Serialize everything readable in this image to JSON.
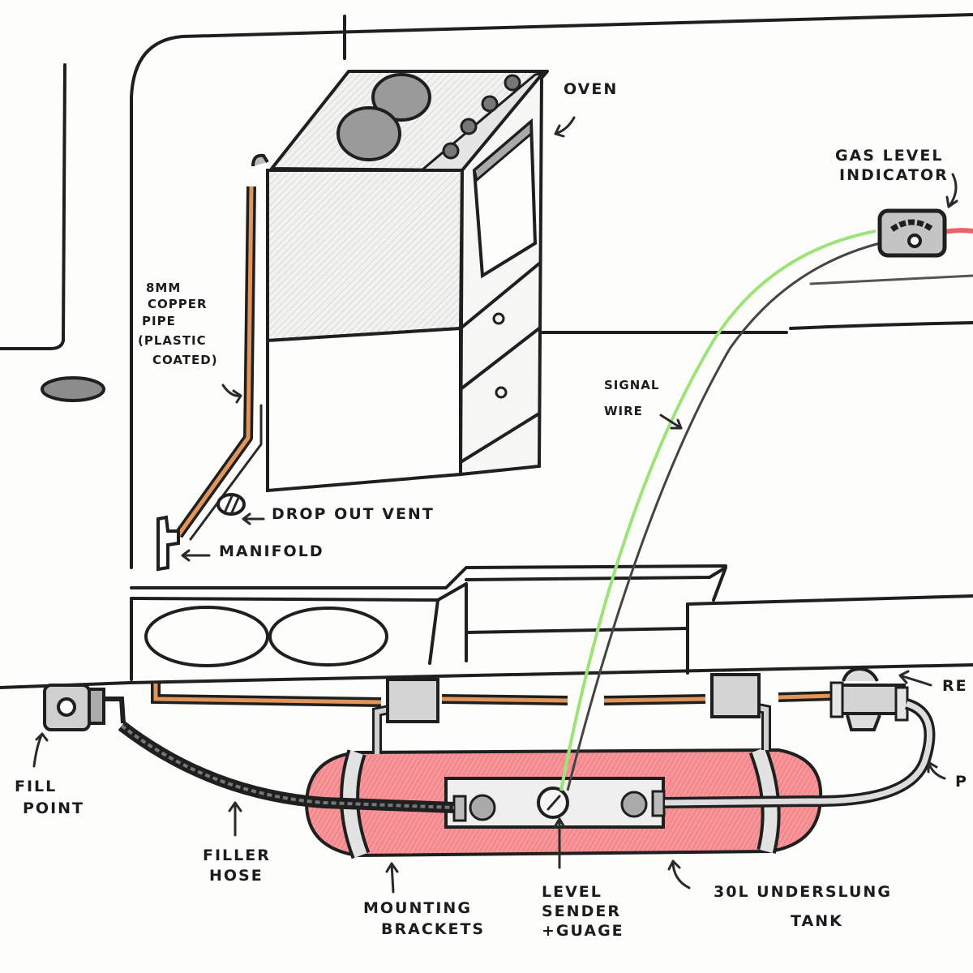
{
  "diagram": {
    "title": "Campervan LPG underslung tank installation",
    "colors": {
      "ink": "#1f1f1f",
      "tank_fill": "#f27a7f",
      "copper_pipe": "#e0955a",
      "signal_wire": "#9ee27a",
      "red_wire": "#f0606a",
      "metal_shade": "#d6d6d6",
      "hob_shade": "#9a9a9a"
    },
    "labels": {
      "oven": "Oven",
      "gas_level_indicator_1": "Gas level",
      "gas_level_indicator_2": "indicator",
      "copper_pipe_1": "8mm",
      "copper_pipe_2": "copper",
      "copper_pipe_3": "pipe",
      "copper_pipe_4": "(plastic",
      "copper_pipe_5": "coated)",
      "drop_out_vent": "Drop out vent",
      "manifold": "Manifold",
      "signal_wire_1": "Signal",
      "signal_wire_2": "wire",
      "regulator_partial": "Re",
      "pigtail_partial": "P",
      "fill_point_1": "Fill",
      "fill_point_2": "point",
      "filler_hose_1": "Filler",
      "filler_hose_2": "hose",
      "mounting_brackets_1": "Mounting",
      "mounting_brackets_2": "brackets",
      "level_sender_1": "Level",
      "level_sender_2": "sender",
      "level_sender_3": "+guage",
      "tank_1": "30L underslung",
      "tank_2": "tank"
    }
  }
}
